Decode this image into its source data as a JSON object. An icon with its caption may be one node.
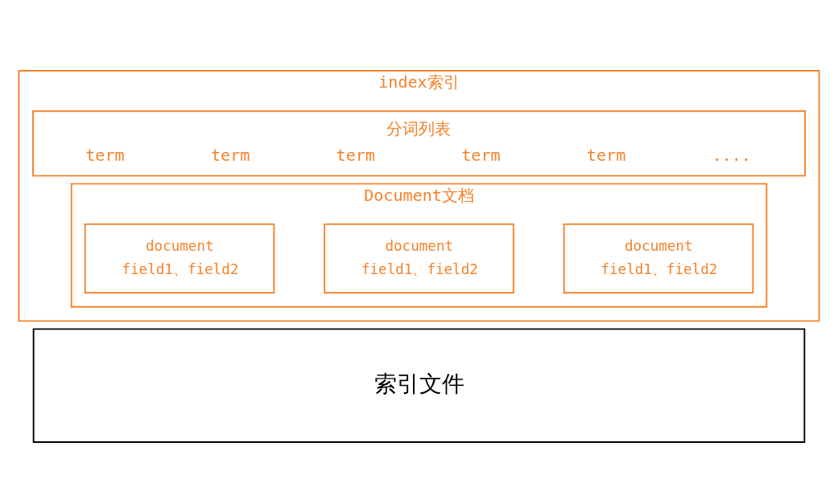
{
  "diagram": {
    "nodes": [
      {
        "text": [
          "index索引"
        ]
      },
      {
        "text": [
          "分词列表",
          "term",
          "term",
          "term",
          "term",
          "term",
          "...."
        ],
        "in": 0
      },
      {
        "text": [
          "Document文档"
        ],
        "in": 0
      },
      {
        "text": [
          "document",
          "field1、field2"
        ],
        "in": 2
      },
      {
        "text": [
          "document",
          "field1、field2"
        ],
        "in": 2
      },
      {
        "text": [
          "document",
          "field1、field2"
        ],
        "in": 2
      },
      {
        "text": [
          "索引文件"
        ]
      }
    ],
    "edges": []
  }
}
